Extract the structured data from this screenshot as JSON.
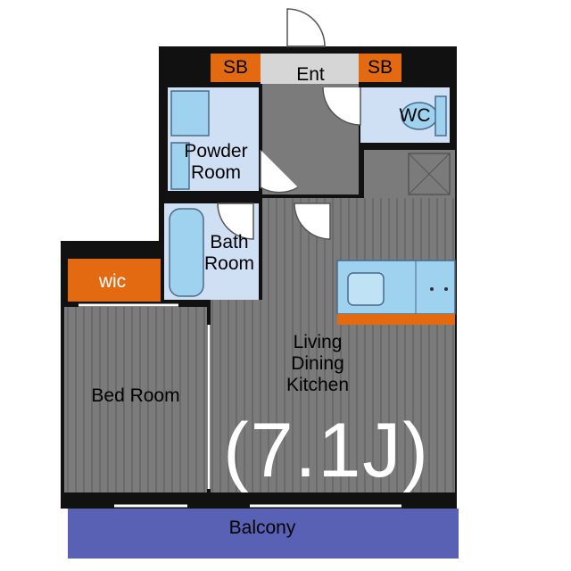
{
  "labels": {
    "sb_left": "SB",
    "sb_right": "SB",
    "entrance": "Ent",
    "wc": "WC",
    "powder_room": "Powder\nRoom",
    "bath_room": "Bath\nRoom",
    "wic": "wic",
    "bed_room": "Bed Room",
    "ldk": "Living\nDining\nKitchen",
    "size": "(7.1J)",
    "balcony": "Balcony"
  },
  "colors": {
    "wall": "#111111",
    "floor": "#7b7b7b",
    "wet_area": "#cfe0f5",
    "fixture": "#9fd2ef",
    "storage": "#e46a12",
    "entrance_floor": "#d6d6d6",
    "balcony": "#5961b5"
  }
}
